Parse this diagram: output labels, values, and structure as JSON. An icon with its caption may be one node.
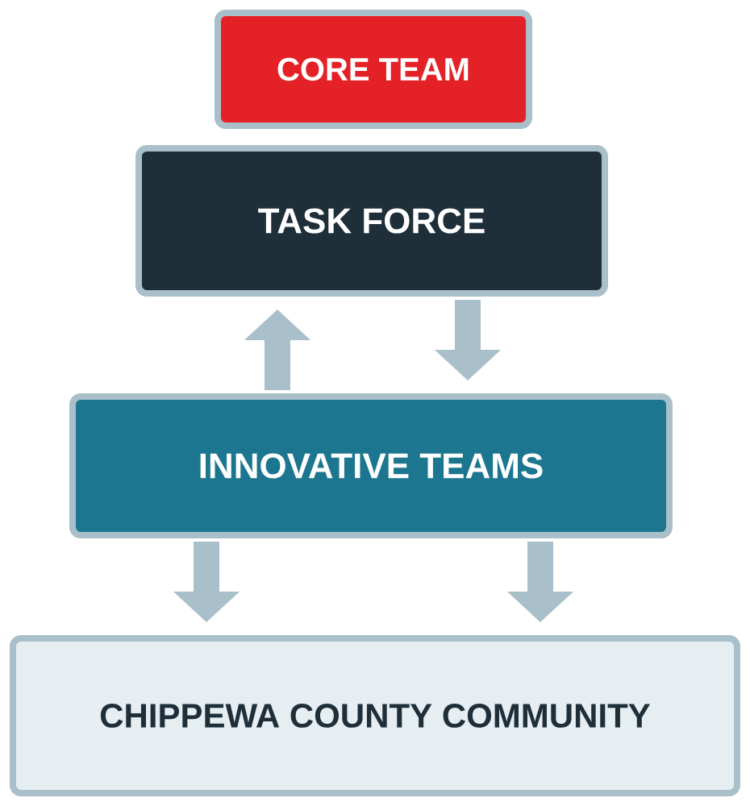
{
  "diagram": {
    "nodes": [
      {
        "text": [
          "CORE TEAM"
        ]
      },
      {
        "text": [
          "TASK FORCE"
        ]
      },
      {
        "text": [
          "INNOVATIVE TEAMS"
        ]
      },
      {
        "text": [
          "CHIPPEWA COUNTY COMMUNITY"
        ]
      }
    ],
    "edges": [
      {
        "from": 2,
        "to": 1,
        "arrow": "to"
      },
      {
        "from": 1,
        "to": 2,
        "arrow": "to"
      },
      {
        "from": 2,
        "to": 3,
        "arrow": "to"
      },
      {
        "from": 2,
        "to": 3,
        "arrow": "to"
      }
    ]
  }
}
